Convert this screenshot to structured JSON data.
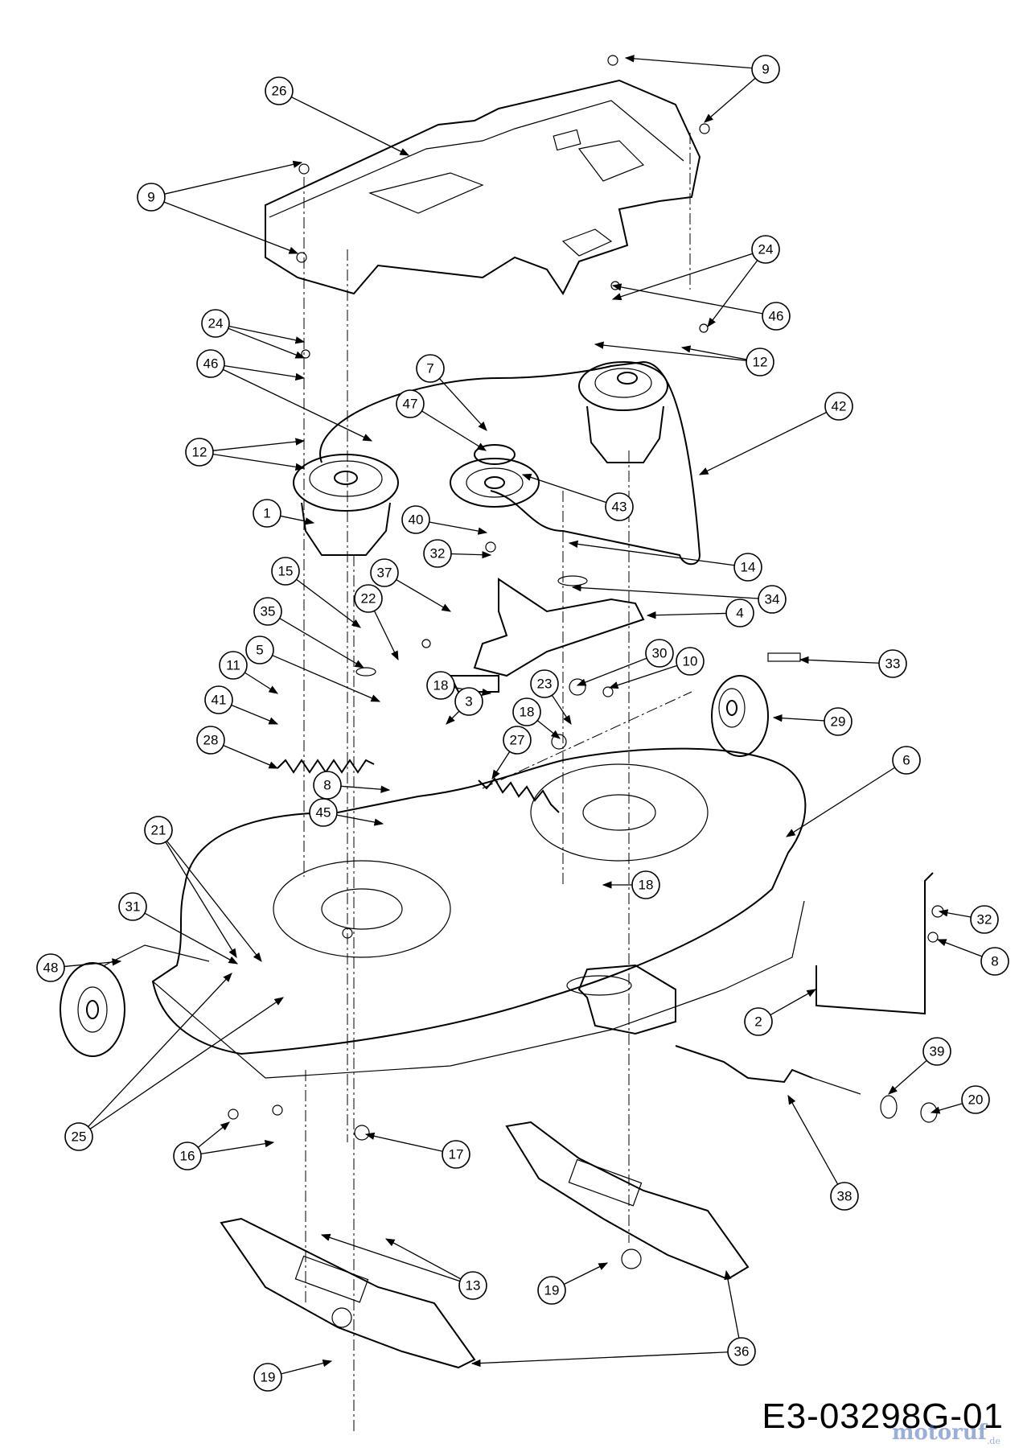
{
  "drawing_number": "E3-03298G-01",
  "watermark": {
    "text": "motoruf",
    "suffix": ".de"
  },
  "callout_labels": [
    "9",
    "26",
    "9",
    "24",
    "46",
    "24",
    "46",
    "12",
    "7",
    "47",
    "12",
    "42",
    "1",
    "43",
    "40",
    "32",
    "14",
    "34",
    "15",
    "37",
    "22",
    "35",
    "4",
    "5",
    "11",
    "41",
    "28",
    "30",
    "10",
    "33",
    "23",
    "18",
    "18",
    "3",
    "27",
    "29",
    "6",
    "8",
    "45",
    "21",
    "31",
    "48",
    "18",
    "32",
    "8",
    "2",
    "39",
    "20",
    "25",
    "16",
    "17",
    "38",
    "13",
    "19",
    "19",
    "36"
  ],
  "arrowhead": "arrow-icon"
}
